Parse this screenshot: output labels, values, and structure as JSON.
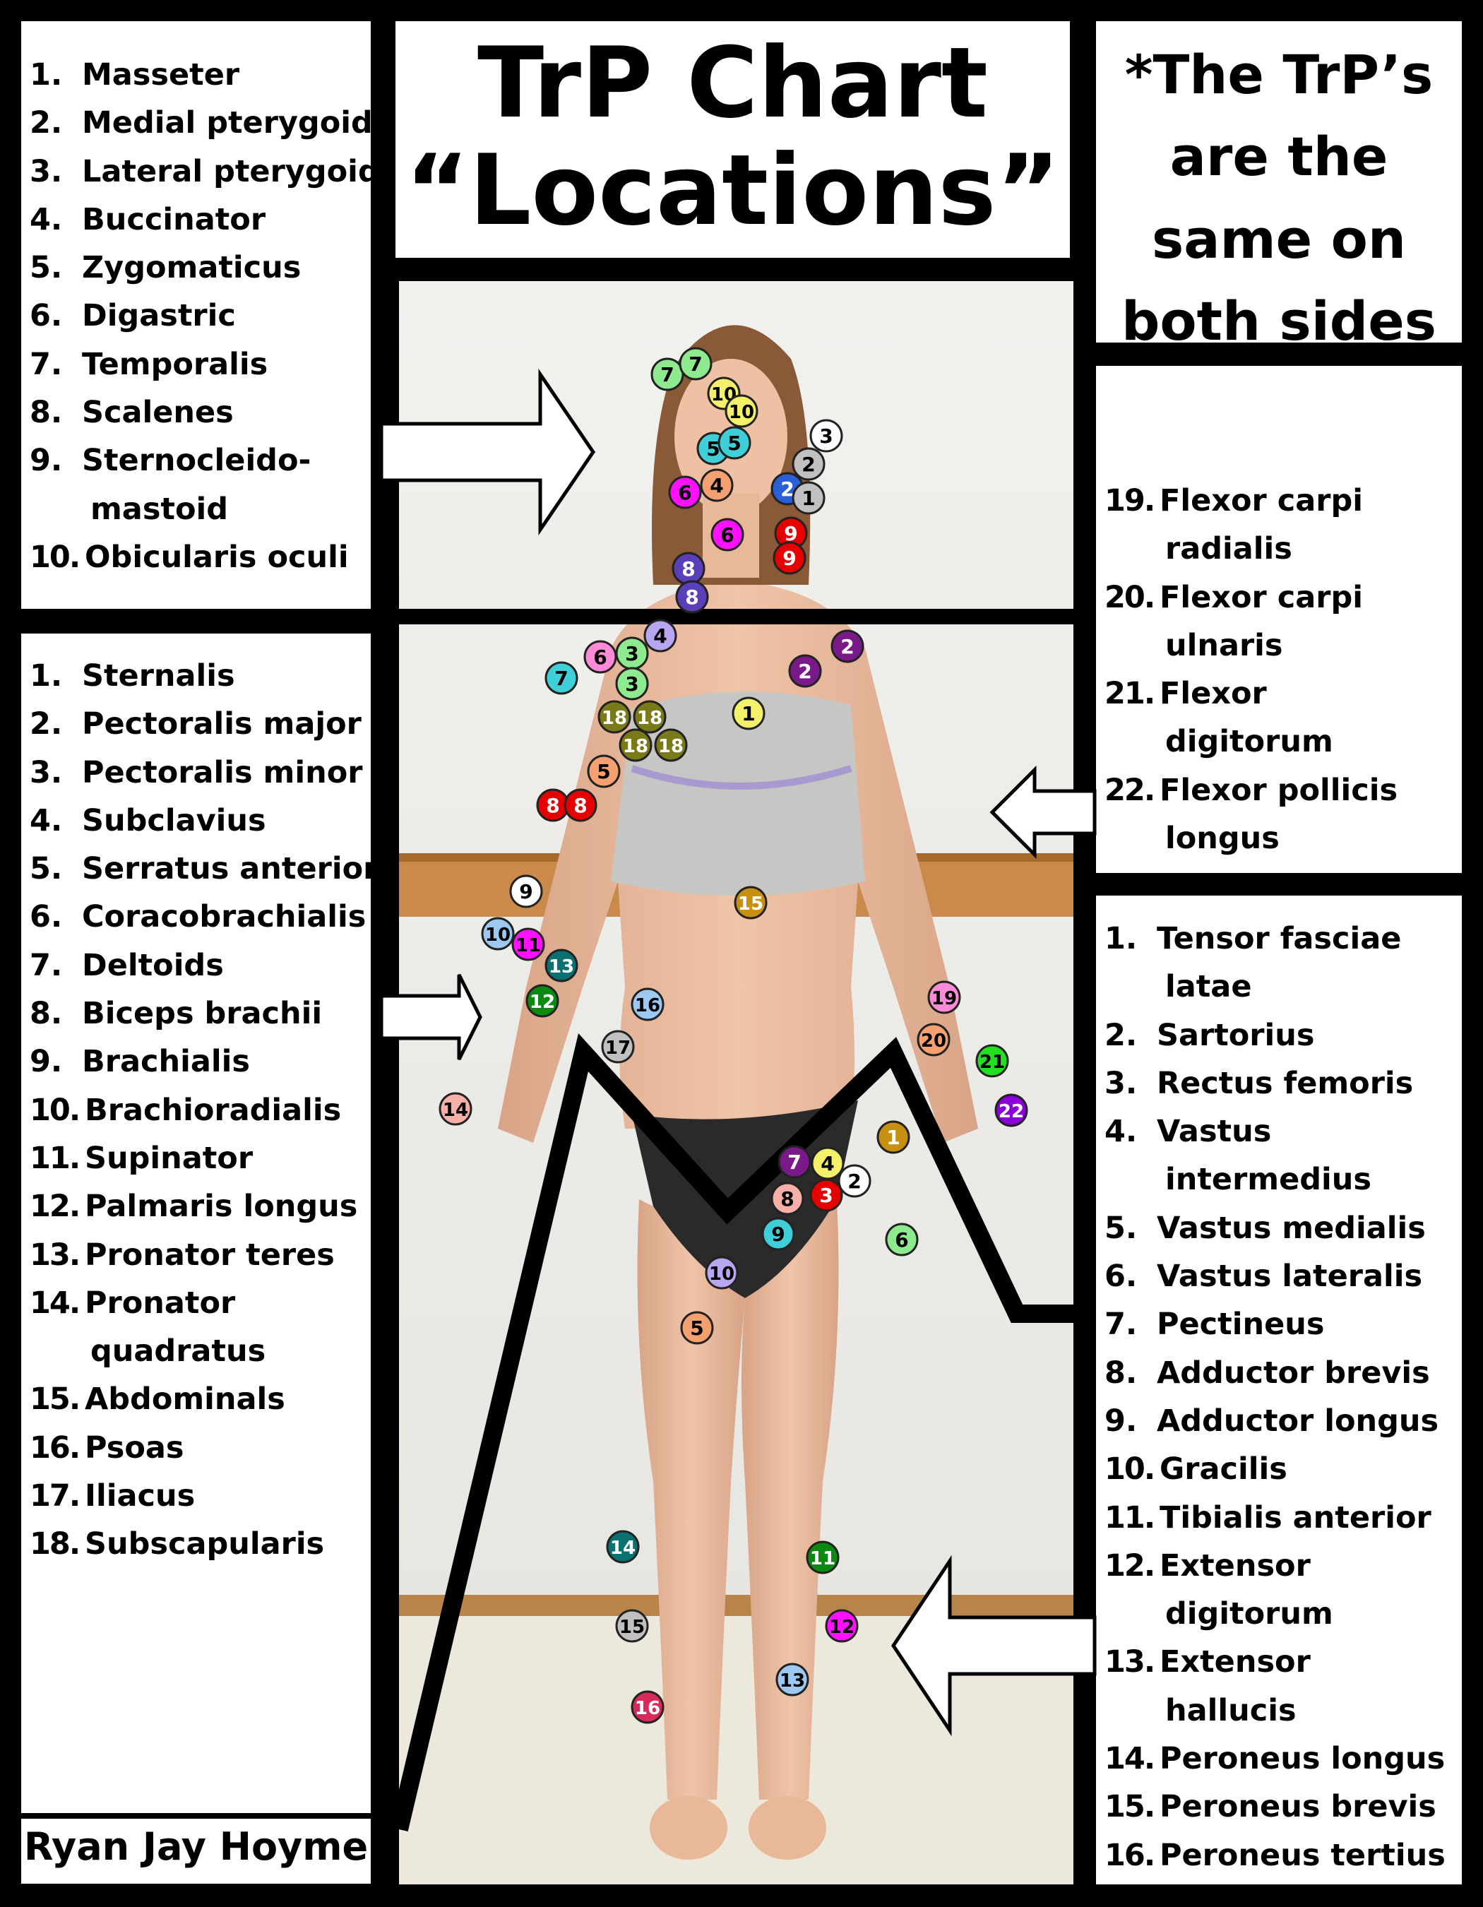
{
  "title": {
    "line1": "TrP Chart",
    "line2": "“Locations”"
  },
  "note": {
    "lines": [
      "*The TrP’s",
      "are the",
      "same on",
      "both sides"
    ]
  },
  "author": "Ryan Jay Hoyme",
  "head_list": [
    {
      "num": "1.",
      "name": "Masseter"
    },
    {
      "num": "2.",
      "name": "Medial pterygoid"
    },
    {
      "num": "3.",
      "name": "Lateral pterygoid"
    },
    {
      "num": "4.",
      "name": "Buccinator"
    },
    {
      "num": "5.",
      "name": "Zygomaticus"
    },
    {
      "num": "6.",
      "name": "Digastric"
    },
    {
      "num": "7.",
      "name": "Temporalis"
    },
    {
      "num": "8.",
      "name": "Scalenes"
    },
    {
      "num": "9.",
      "name": "Sternocleido-"
    },
    {
      "num": "",
      "name": "mastoid"
    },
    {
      "num": "10.",
      "name": "Obicularis oculi"
    }
  ],
  "trunk_list": [
    {
      "num": "1.",
      "name": "Sternalis"
    },
    {
      "num": "2.",
      "name": "Pectoralis major"
    },
    {
      "num": "3.",
      "name": "Pectoralis minor"
    },
    {
      "num": "4.",
      "name": "Subclavius"
    },
    {
      "num": "5.",
      "name": "Serratus anterior"
    },
    {
      "num": "6.",
      "name": "Coracobrachialis"
    },
    {
      "num": "7.",
      "name": "Deltoids"
    },
    {
      "num": "8.",
      "name": "Biceps brachii"
    },
    {
      "num": "9.",
      "name": "Brachialis"
    },
    {
      "num": "10.",
      "name": "Brachioradialis"
    },
    {
      "num": "11.",
      "name": "Supinator"
    },
    {
      "num": "12.",
      "name": "Palmaris longus"
    },
    {
      "num": "13.",
      "name": "Pronator teres"
    },
    {
      "num": "14.",
      "name": "Pronator"
    },
    {
      "num": "",
      "name": "quadratus"
    },
    {
      "num": "15.",
      "name": "Abdominals"
    },
    {
      "num": "16.",
      "name": "Psoas"
    },
    {
      "num": "17.",
      "name": "Iliacus"
    },
    {
      "num": "18.",
      "name": "Subscapularis"
    }
  ],
  "forearm_list": [
    {
      "num": "19.",
      "name": "Flexor carpi"
    },
    {
      "num": "",
      "name": "radialis"
    },
    {
      "num": "20.",
      "name": "Flexor carpi"
    },
    {
      "num": "",
      "name": "ulnaris"
    },
    {
      "num": "21.",
      "name": "Flexor"
    },
    {
      "num": "",
      "name": "digitorum"
    },
    {
      "num": "22.",
      "name": "Flexor pollicis"
    },
    {
      "num": "",
      "name": "longus"
    }
  ],
  "leg_list": [
    {
      "num": "1.",
      "name": "Tensor fasciae"
    },
    {
      "num": "",
      "name": "latae"
    },
    {
      "num": "2.",
      "name": "Sartorius"
    },
    {
      "num": "3.",
      "name": "Rectus femoris"
    },
    {
      "num": "4.",
      "name": "Vastus"
    },
    {
      "num": "",
      "name": "intermedius"
    },
    {
      "num": "5.",
      "name": "Vastus medialis"
    },
    {
      "num": "6.",
      "name": "Vastus lateralis"
    },
    {
      "num": "7.",
      "name": "Pectineus"
    },
    {
      "num": "8.",
      "name": "Adductor brevis"
    },
    {
      "num": "9.",
      "name": "Adductor longus"
    },
    {
      "num": "10.",
      "name": "Gracilis"
    },
    {
      "num": "11.",
      "name": "Tibialis anterior"
    },
    {
      "num": "12.",
      "name": "Extensor"
    },
    {
      "num": "",
      "name": "digitorum"
    },
    {
      "num": "13.",
      "name": "Extensor"
    },
    {
      "num": "",
      "name": "hallucis"
    },
    {
      "num": "14.",
      "name": "Peroneus longus"
    },
    {
      "num": "15.",
      "name": "Peroneus brevis"
    },
    {
      "num": "16.",
      "name": "Peroneus tertius"
    }
  ],
  "colors": {
    "white": "#ffffff",
    "gray": "#c0c0c0",
    "blue": "#2a5fd8",
    "yellow": "#f4f06a",
    "teal": "#3ecfd8",
    "orange": "#f4a070",
    "magenta": "#ff10ff",
    "pink": "#ff8ad8",
    "red": "#e60000",
    "indigo": "#5a3fb8",
    "green_light": "#8eea8e",
    "purple": "#7a1a8a",
    "violet_light": "#b9a6f0",
    "olive": "#7a7a1a",
    "lightblue": "#9cc8f2",
    "darkgreen": "#0a8a10",
    "darkteal": "#0a7070",
    "salmon": "#f6b0a8",
    "gold": "#c89010",
    "green": "#20e020",
    "violet": "#8a00d8",
    "crimson": "#d82a5a",
    "skyblue": "#9cc8f2"
  },
  "trigger_points": {
    "head": [
      {
        "label": "7",
        "color": "green_light"
      },
      {
        "label": "7",
        "color": "green_light"
      },
      {
        "label": "10",
        "color": "yellow"
      },
      {
        "label": "10",
        "color": "yellow"
      },
      {
        "label": "5",
        "color": "teal"
      },
      {
        "label": "5",
        "color": "teal"
      },
      {
        "label": "3",
        "color": "white"
      },
      {
        "label": "2",
        "color": "gray"
      },
      {
        "label": "2",
        "color": "blue"
      },
      {
        "label": "1",
        "color": "gray"
      },
      {
        "label": "6",
        "color": "magenta"
      },
      {
        "label": "4",
        "color": "orange"
      },
      {
        "label": "6",
        "color": "magenta"
      },
      {
        "label": "9",
        "color": "red"
      },
      {
        "label": "9",
        "color": "red"
      },
      {
        "label": "8",
        "color": "indigo"
      },
      {
        "label": "8",
        "color": "indigo"
      }
    ],
    "trunk": [
      {
        "label": "4",
        "color": "violet_light"
      },
      {
        "label": "6",
        "color": "pink"
      },
      {
        "label": "3",
        "color": "green_light"
      },
      {
        "label": "7",
        "color": "teal"
      },
      {
        "label": "3",
        "color": "green_light"
      },
      {
        "label": "2",
        "color": "purple"
      },
      {
        "label": "2",
        "color": "purple"
      },
      {
        "label": "1",
        "color": "yellow"
      },
      {
        "label": "18",
        "color": "olive"
      },
      {
        "label": "18",
        "color": "olive"
      },
      {
        "label": "18",
        "color": "olive"
      },
      {
        "label": "18",
        "color": "olive"
      },
      {
        "label": "5",
        "color": "orange"
      },
      {
        "label": "8",
        "color": "red"
      },
      {
        "label": "8",
        "color": "red"
      },
      {
        "label": "9",
        "color": "white"
      },
      {
        "label": "10",
        "color": "lightblue"
      },
      {
        "label": "11",
        "color": "magenta"
      },
      {
        "label": "13",
        "color": "darkteal"
      },
      {
        "label": "12",
        "color": "darkgreen"
      },
      {
        "label": "14",
        "color": "salmon"
      },
      {
        "label": "15",
        "color": "gold"
      },
      {
        "label": "16",
        "color": "lightblue"
      },
      {
        "label": "17",
        "color": "gray"
      },
      {
        "label": "19",
        "color": "pink"
      },
      {
        "label": "20",
        "color": "orange"
      },
      {
        "label": "21",
        "color": "green"
      },
      {
        "label": "22",
        "color": "violet"
      }
    ],
    "legs": [
      {
        "label": "1",
        "color": "gold"
      },
      {
        "label": "2",
        "color": "white"
      },
      {
        "label": "3",
        "color": "red"
      },
      {
        "label": "4",
        "color": "yellow"
      },
      {
        "label": "5",
        "color": "orange"
      },
      {
        "label": "6",
        "color": "green_light"
      },
      {
        "label": "7",
        "color": "purple"
      },
      {
        "label": "8",
        "color": "salmon"
      },
      {
        "label": "9",
        "color": "teal"
      },
      {
        "label": "10",
        "color": "violet_light"
      },
      {
        "label": "11",
        "color": "darkgreen"
      },
      {
        "label": "12",
        "color": "magenta"
      },
      {
        "label": "13",
        "color": "lightblue"
      },
      {
        "label": "14",
        "color": "darkteal"
      },
      {
        "label": "15",
        "color": "gray"
      },
      {
        "label": "16",
        "color": "crimson"
      }
    ]
  }
}
